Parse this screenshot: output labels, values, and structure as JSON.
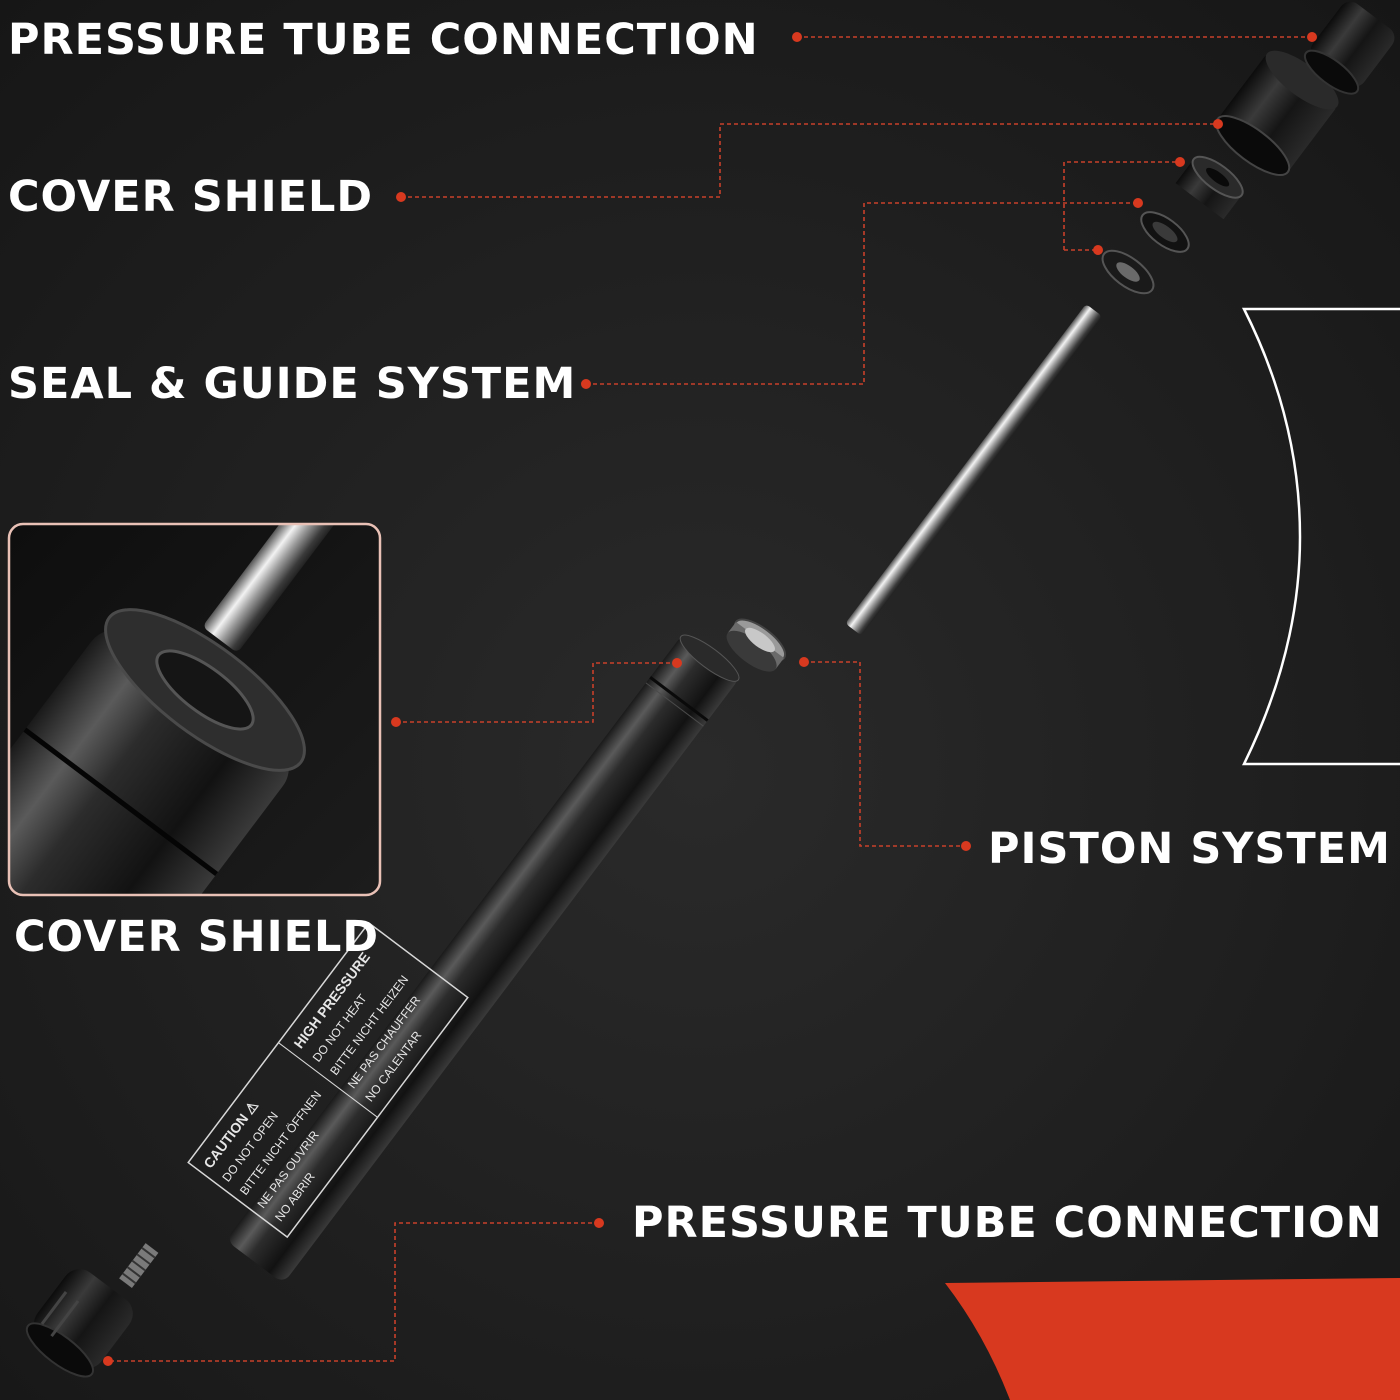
{
  "labels": {
    "pressure_tube_top": "PRESSURE TUBE CONNECTION",
    "cover_shield_top": "COVER SHIELD",
    "seal_guide": "SEAL & GUIDE SYSTEM",
    "cover_shield_inset": "COVER SHIELD",
    "piston": "PISTON SYSTEM",
    "pressure_tube_bottom": "PRESSURE TUBE CONNECTION"
  },
  "warning_label": {
    "left_block": [
      "CAUTION ⚠",
      "DO NOT OPEN",
      "BITTE NICHT ÖFFNEN",
      "NE PAS OUVRIR",
      "NO ABRIR"
    ],
    "right_block": [
      "HIGH PRESSURE",
      "DO NOT HEAT",
      "BITTE NICHT HEIZEN",
      "NE PAS CHAUFFER",
      "NO CALENTAR"
    ]
  },
  "colors": {
    "background": "#1e1e1e",
    "accent": "#d8391f",
    "leader": "#c8402a",
    "text": "#ffffff"
  }
}
